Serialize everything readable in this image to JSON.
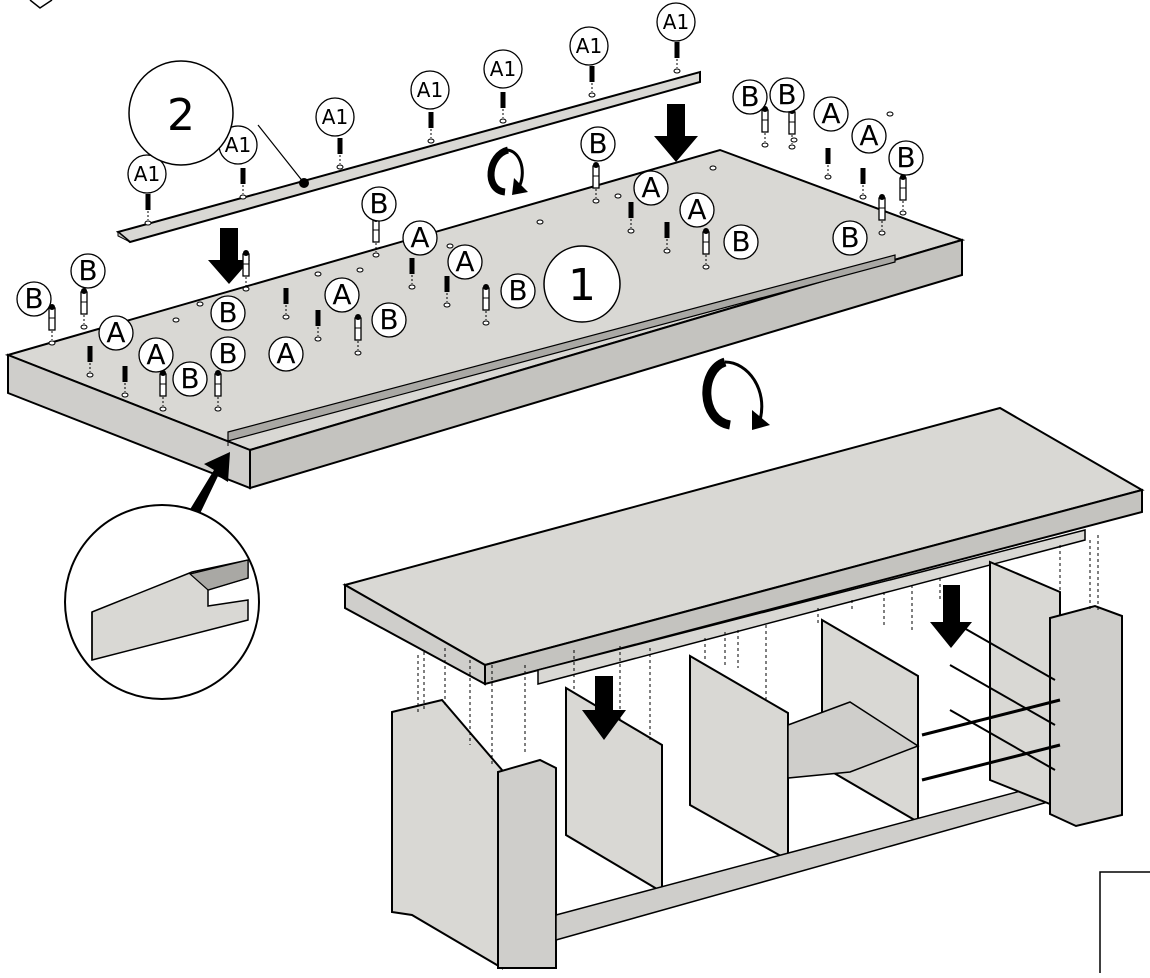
{
  "step_labels": {
    "part_1": "1",
    "part_2": "2"
  },
  "hardware_labels": {
    "a1": "A1",
    "a": "A",
    "b": "B"
  },
  "colors": {
    "panel": "#d9d8d4",
    "panel_edge": "#c4c3bf",
    "panel_dark": "#a9a8a4",
    "line": "#000000",
    "background": "#ffffff"
  },
  "icons": [
    "down-arrow-icon",
    "rotate-icon",
    "detail-arrow-icon",
    "magnifier-circle-icon"
  ]
}
